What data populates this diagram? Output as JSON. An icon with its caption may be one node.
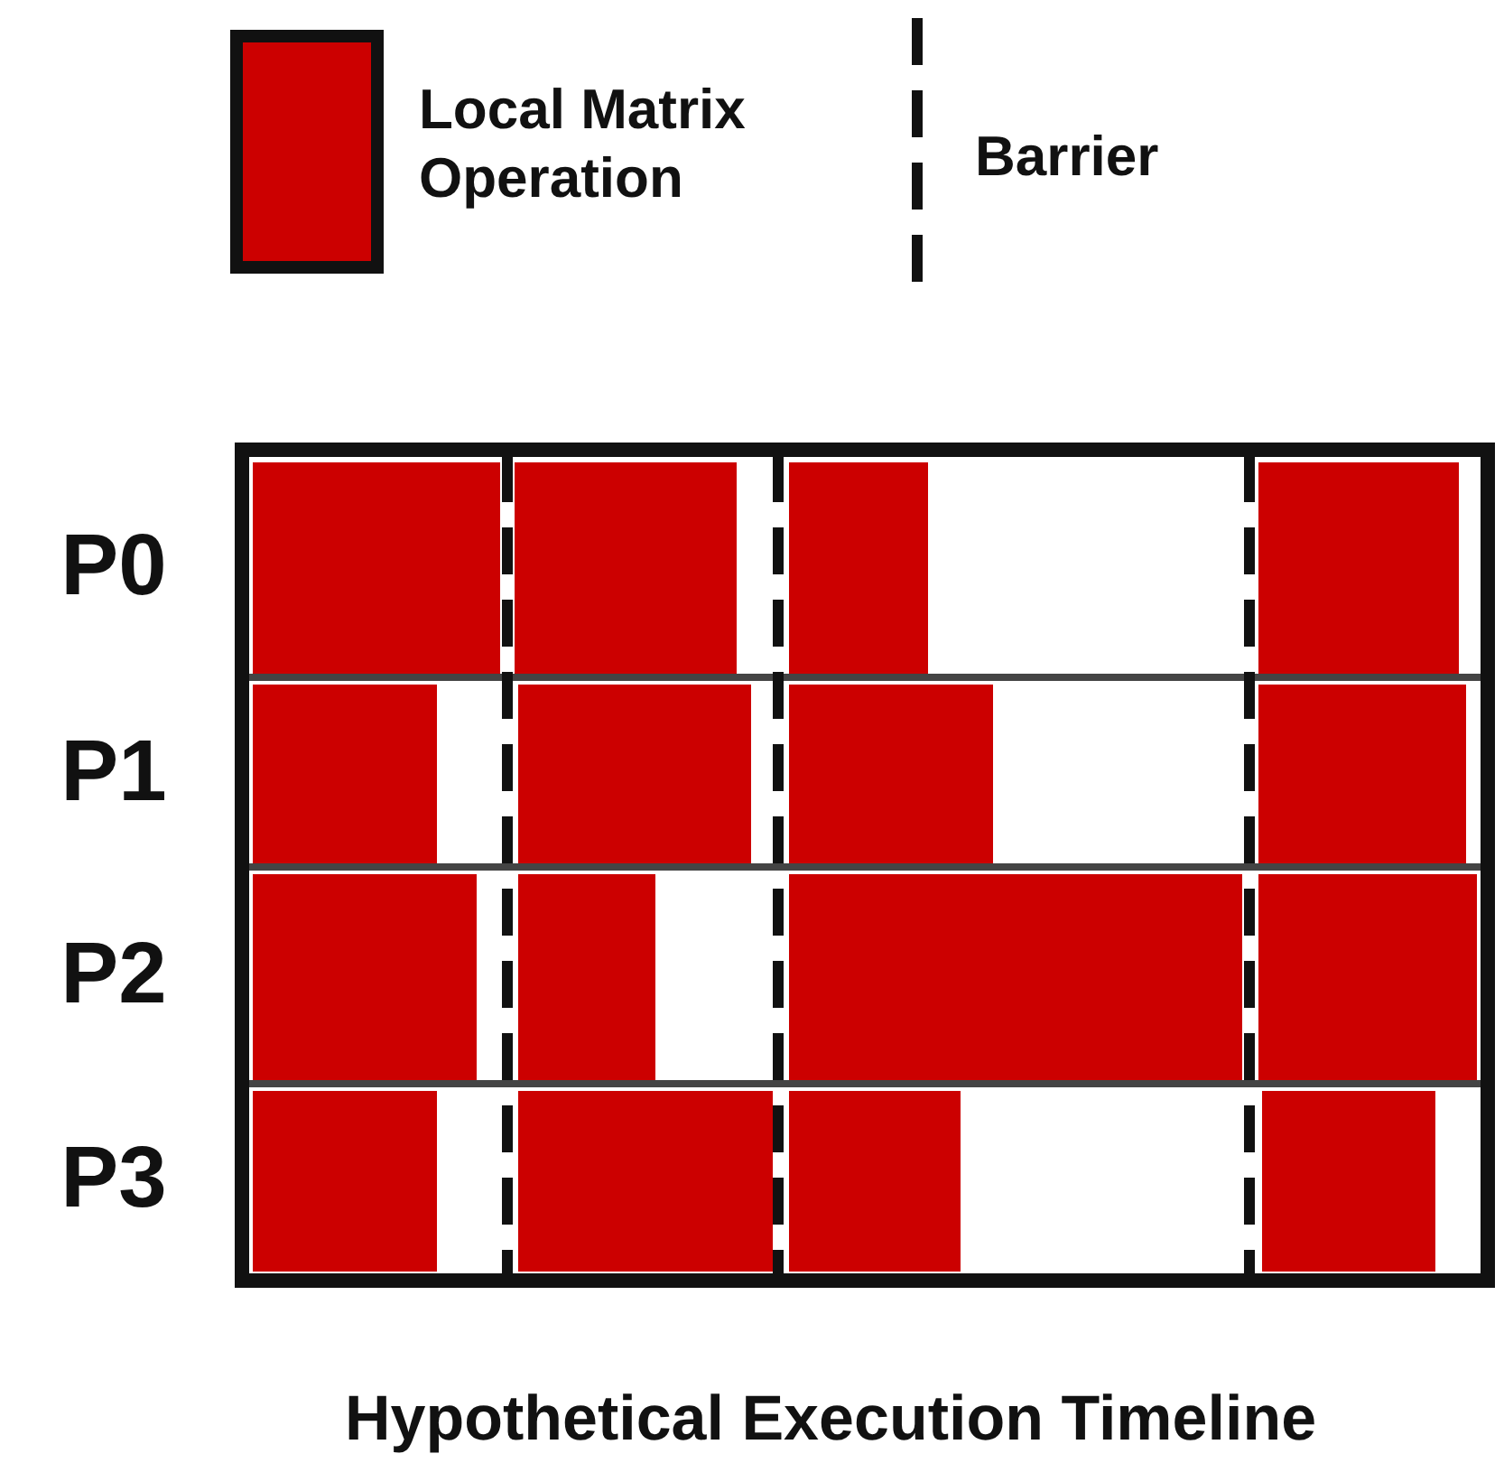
{
  "diagram": {
    "caption": "Hypothetical Execution Timeline",
    "labels": [
      "P0",
      "P1",
      "P2",
      "P3"
    ],
    "legend": [
      {
        "text": "Local Matrix Operation",
        "color": "#cc0000"
      },
      {
        "text": "Barrier"
      }
    ]
  }
}
